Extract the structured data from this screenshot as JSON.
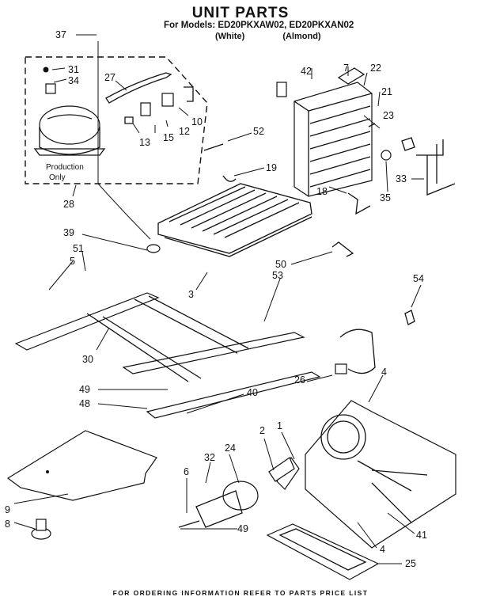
{
  "header": {
    "title": "UNIT PARTS",
    "models": "For Models: ED20PKXAW02, ED20PKXAN02",
    "variant_white": "(White)",
    "variant_almond": "(Almond)"
  },
  "callouts": {
    "c37": "37",
    "c31": "31",
    "c34": "34",
    "c27": "27",
    "c10": "10",
    "c12": "12",
    "c15": "15",
    "c13": "13",
    "c28": "28",
    "c42": "42",
    "c7": "7",
    "c22": "22",
    "c21": "21",
    "c23": "23",
    "c52": "52",
    "c19": "19",
    "c18": "18",
    "c33": "33",
    "c35": "35",
    "c39": "39",
    "c51": "51",
    "c5": "5",
    "c50": "50",
    "c53": "53",
    "c54": "54",
    "c3": "3",
    "c30": "30",
    "c26": "26",
    "c4a": "4",
    "c49a": "49",
    "c48": "48",
    "c40": "40",
    "c2": "2",
    "c1": "1",
    "c32": "32",
    "c24": "24",
    "c6": "6",
    "c9": "9",
    "c8": "8",
    "c49b": "49",
    "c41": "41",
    "c4b": "4",
    "c25": "25"
  },
  "notes": {
    "production_line1": "Production",
    "production_line2": "Only"
  },
  "footer": "FOR ORDERING INFORMATION REFER TO PARTS PRICE LIST"
}
